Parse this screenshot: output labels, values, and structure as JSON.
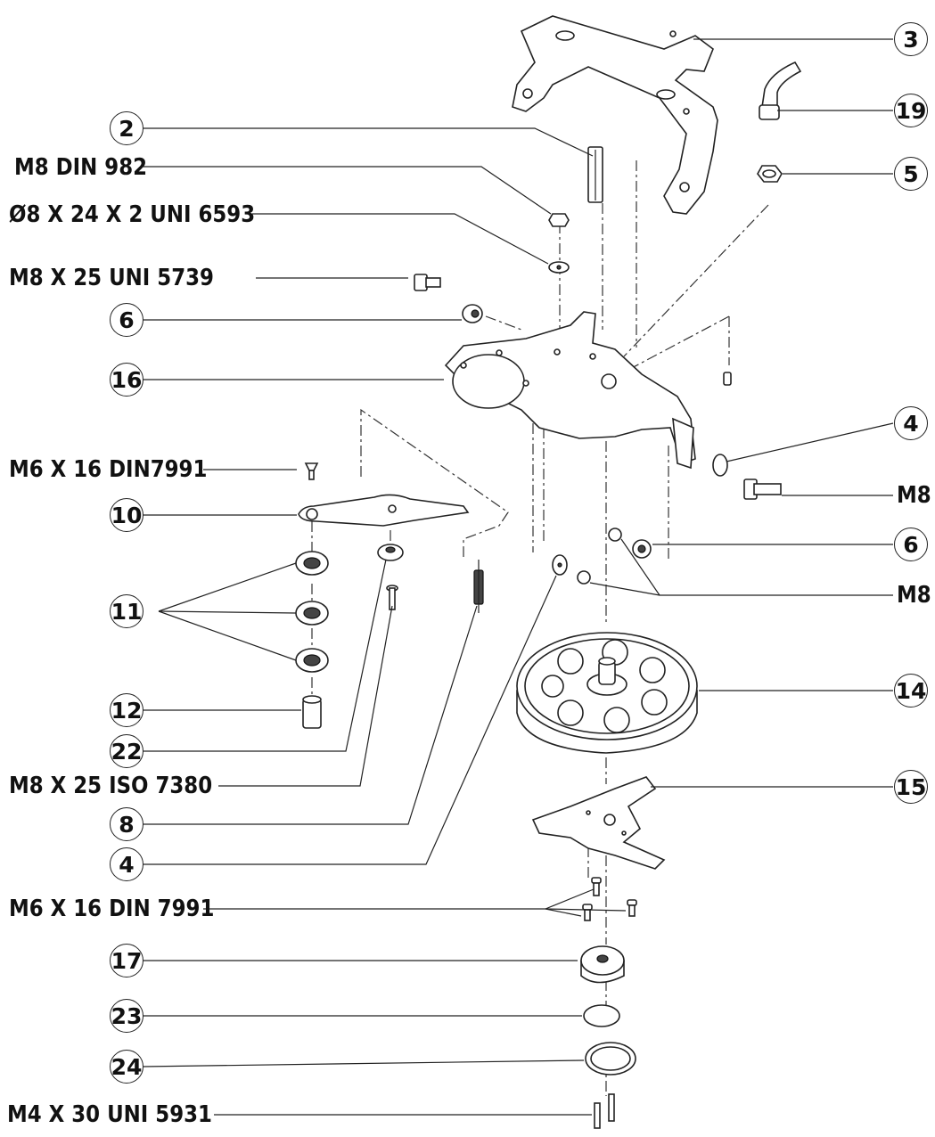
{
  "callouts": {
    "c2": "2",
    "c3": "3",
    "c4a": "4",
    "c4b": "4",
    "c5": "5",
    "c6a": "6",
    "c6b": "6",
    "c8": "8",
    "c10": "10",
    "c11": "11",
    "c12": "12",
    "c14": "14",
    "c15": "15",
    "c16": "16",
    "c17": "17",
    "c19": "19",
    "c22": "22",
    "c23": "23",
    "c24": "24"
  },
  "labels": {
    "m8_din_982": "M8 DIN 982",
    "washer_uni_6593": "Ø8 X 24 X 2 UNI 6593",
    "m8x25_uni_5739": "M8 X 25 UNI 5739",
    "m6x16_din7991_top": "M6 X 16 DIN7991",
    "m8_right_bolt": "M8",
    "m8_right_nut": "M8",
    "m8x25_iso_7380": "M8 X 25 ISO 7380",
    "m6x16_din_7991_bottom": "M6 X 16 DIN 7991",
    "m4x30_uni_5931": "M4 X 30 UNI 5931"
  }
}
